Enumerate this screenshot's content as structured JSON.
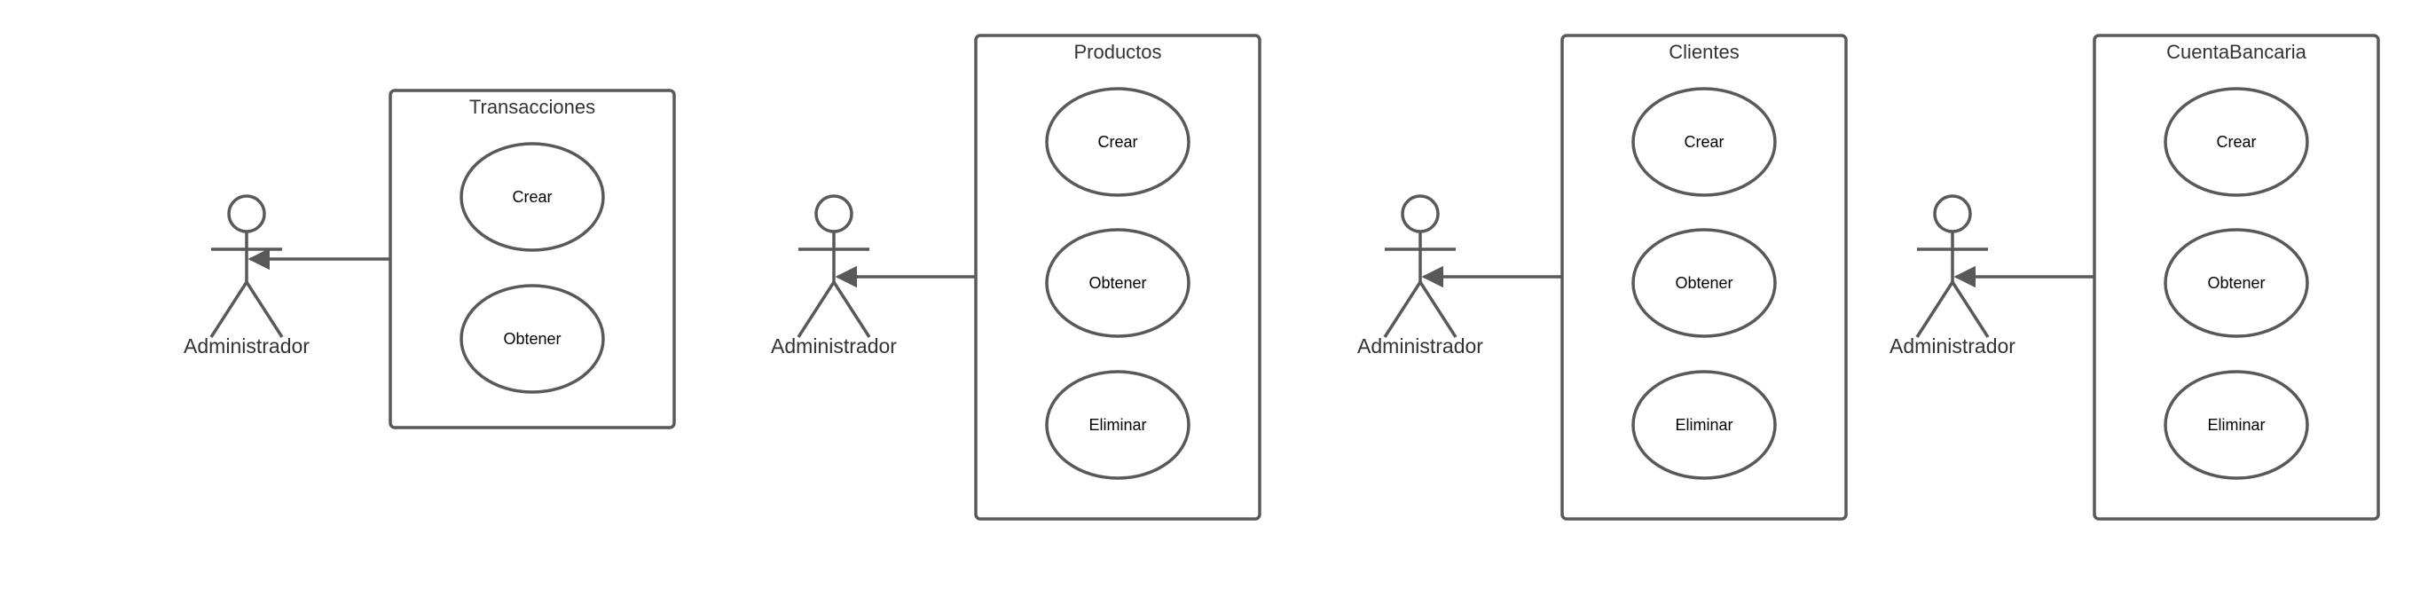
{
  "diagram": {
    "colors": {
      "line": "#595959",
      "text": "#333333",
      "background": "#ffffff"
    },
    "groups": [
      {
        "actor": "Administrador",
        "system": "Transacciones",
        "use_cases": [
          "Crear",
          "Obtener"
        ]
      },
      {
        "actor": "Administrador",
        "system": "Productos",
        "use_cases": [
          "Crear",
          "Obtener",
          "Eliminar"
        ]
      },
      {
        "actor": "Administrador",
        "system": "Clientes",
        "use_cases": [
          "Crear",
          "Obtener",
          "Eliminar"
        ]
      },
      {
        "actor": "Administrador",
        "system": "CuentaBancaria",
        "use_cases": [
          "Crear",
          "Obtener",
          "Eliminar"
        ]
      }
    ]
  }
}
